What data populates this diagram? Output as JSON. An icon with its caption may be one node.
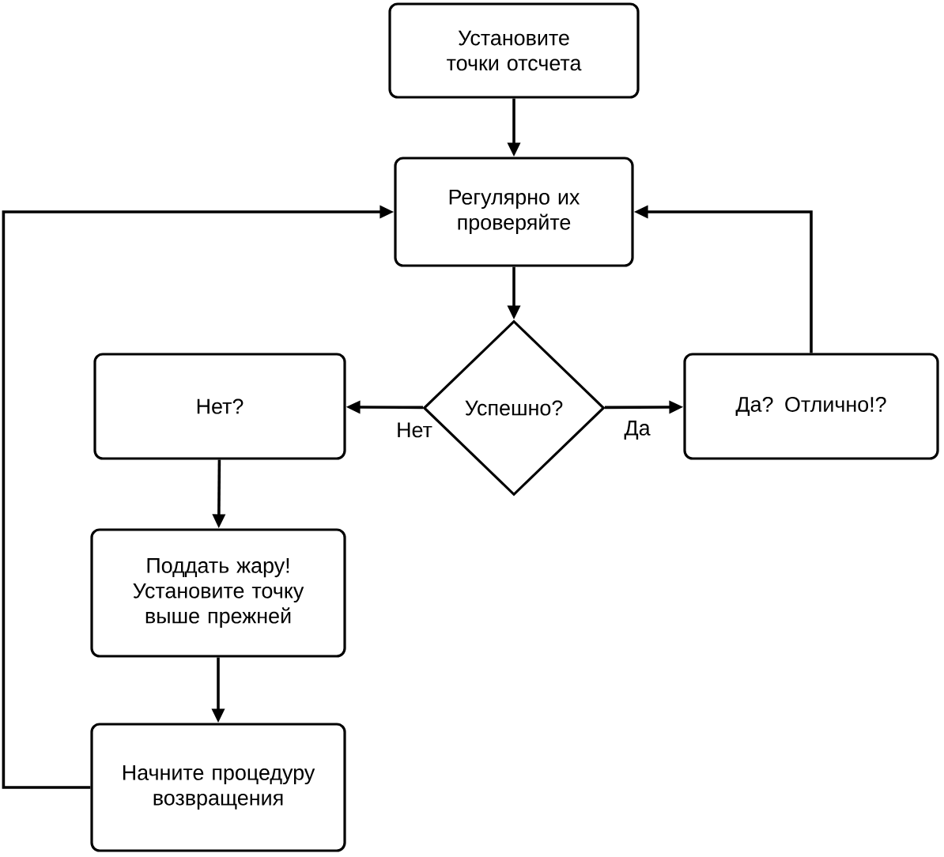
{
  "diagram": {
    "nodes": [
      {
        "text": [
          "Установите точки отсчета"
        ]
      },
      {
        "text": [
          "Регулярно их проверяйте"
        ]
      },
      {
        "text": [
          "Успешно?"
        ]
      },
      {
        "text": [
          "Нет?"
        ]
      },
      {
        "text": [
          "Да? Отлично!?"
        ]
      },
      {
        "text": [
          "Поддать жару! Установите точку выше прежней"
        ]
      },
      {
        "text": [
          "Начните процедуру возвращения"
        ]
      }
    ],
    "edges": [
      {
        "from": 0,
        "to": 1,
        "arrow": "to"
      },
      {
        "from": 1,
        "to": 2,
        "arrow": "to"
      },
      {
        "from": 2,
        "to": 3,
        "arrow": "to",
        "label": "Нет"
      },
      {
        "from": 2,
        "to": 4,
        "arrow": "to",
        "label": "Да"
      },
      {
        "from": 3,
        "to": 5,
        "arrow": "to"
      },
      {
        "from": 5,
        "to": 6,
        "arrow": "to"
      },
      {
        "from": 6,
        "to": 1,
        "arrow": "to"
      },
      {
        "from": 4,
        "to": 1,
        "arrow": "to"
      }
    ]
  }
}
